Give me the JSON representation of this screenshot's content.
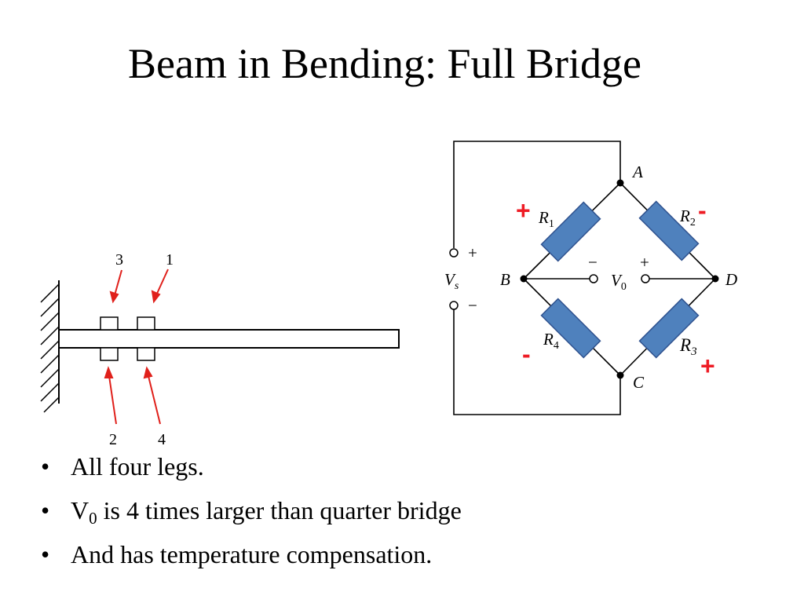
{
  "slide": {
    "title": "Beam in Bending: Full Bridge"
  },
  "beam_figure": {
    "gauge_labels": {
      "g3": "3",
      "g1": "1",
      "g2": "2",
      "g4": "4"
    },
    "arrow_color": "#e0201b"
  },
  "bridge_figure": {
    "nodes": {
      "A": "A",
      "B": "B",
      "C": "C",
      "D": "D"
    },
    "resistors": {
      "r1": {
        "label": "R",
        "sub": "1",
        "sign": "+"
      },
      "r2": {
        "label": "R",
        "sub": "2",
        "sign": "-"
      },
      "r3": {
        "label": "R",
        "sub": "3",
        "sign": "+"
      },
      "r4": {
        "label": "R",
        "sub": "4",
        "sign": "-"
      }
    },
    "source": {
      "label": "V",
      "sub": "s",
      "plus": "+",
      "minus": "−"
    },
    "output": {
      "label": "V",
      "sub": "0",
      "plus": "+",
      "minus": "−"
    },
    "resistor_fill": "#4f81bd",
    "sign_color": "#ee1c25"
  },
  "bullets": {
    "items": [
      {
        "text": "All four legs."
      },
      {
        "prefix": "V",
        "sub": "0",
        "text": " is 4 times larger than quarter bridge"
      },
      {
        "text": "And has temperature compensation."
      }
    ],
    "marker": "•"
  }
}
